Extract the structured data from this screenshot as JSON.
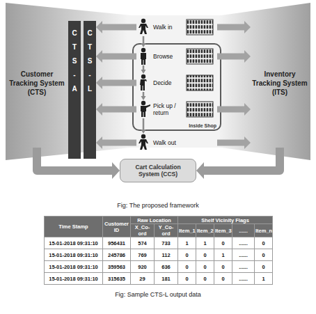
{
  "diagram": {
    "caption": "Fig: The proposed framework",
    "nodes": [
      {
        "text": [
          "Customer Tracking System (CTS)"
        ]
      },
      {
        "text": [
          "CTS-A"
        ]
      },
      {
        "text": [
          "CTS-L"
        ]
      },
      {
        "text": [
          "Walk in"
        ]
      },
      {
        "text": [
          "Inside Shop"
        ]
      },
      {
        "text": [
          "Browse"
        ],
        "in": 4
      },
      {
        "text": [
          "Decide"
        ],
        "in": 4
      },
      {
        "text": [
          "Pick up / return"
        ],
        "in": 4
      },
      {
        "text": [
          "Walk out"
        ]
      },
      {
        "text": [
          "Inventory Tracking System (ITS)"
        ]
      },
      {
        "text": [
          "Cart Calculation System (CCS)"
        ]
      }
    ],
    "edges": [
      {
        "from": 3,
        "to": 5,
        "arrow": "to"
      },
      {
        "from": 5,
        "to": 6,
        "arrow": "to"
      },
      {
        "from": 6,
        "to": 7,
        "arrow": "to"
      },
      {
        "from": 7,
        "to": 8,
        "arrow": "to"
      },
      {
        "from": 3,
        "to": 2,
        "arrow": "to"
      },
      {
        "from": 5,
        "to": 2,
        "arrow": "to"
      },
      {
        "from": 6,
        "to": 2,
        "arrow": "to"
      },
      {
        "from": 7,
        "to": 2,
        "arrow": "to"
      },
      {
        "from": 8,
        "to": 2,
        "arrow": "to"
      },
      {
        "from": 3,
        "to": 9,
        "arrow": "to"
      },
      {
        "from": 5,
        "to": 9,
        "arrow": "to"
      },
      {
        "from": 7,
        "to": 9,
        "arrow": "to"
      },
      {
        "from": 8,
        "to": 9,
        "arrow": "to"
      },
      {
        "from": 0,
        "to": 10,
        "arrow": "to"
      },
      {
        "from": 9,
        "to": 10,
        "arrow": "to"
      }
    ],
    "labels": [
      "Fig: Sample CTS-L output data",
      "Time Stamp",
      "Customer ID",
      "Raw Location",
      "Shelf Vicinity Flags",
      "X_Co-ord",
      "Y_Co-ord",
      "Item_1",
      "Item_2",
      "Item_3",
      "......",
      "Item_n",
      "15-01-2018 09:31:10",
      "956431",
      "574",
      "733",
      "1",
      "1",
      "0",
      "......",
      "0",
      "15-01-2018 09:31:10",
      "245786",
      "769",
      "112",
      "0",
      "0",
      "1",
      "......",
      "0",
      "15-01-2018 09:31:10",
      "359563",
      "920",
      "636",
      "0",
      "0",
      "0",
      "......",
      "0",
      "15-01-2018 09:31:10",
      "315635",
      "29",
      "181",
      "0",
      "0",
      "0",
      "......",
      "1"
    ]
  }
}
